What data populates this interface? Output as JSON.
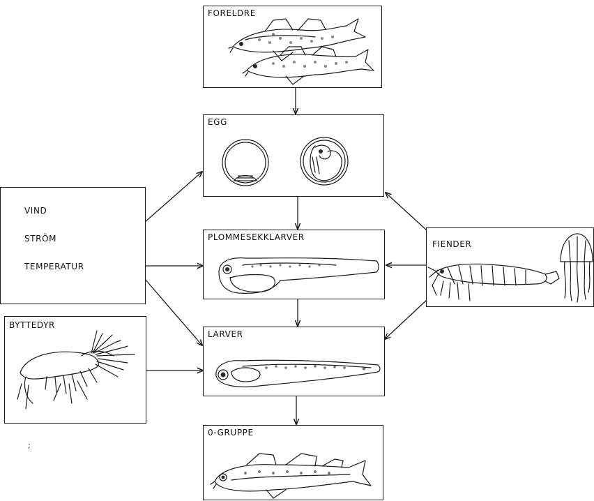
{
  "stages": {
    "parents": {
      "label": "FORELDRE",
      "icon": "cod-pair-illustration"
    },
    "egg": {
      "label": "EGG",
      "icon": "egg-illustration"
    },
    "yolk_sac_larvae": {
      "label": "PLOMMESEKKLARVER",
      "icon": "yolk-sac-larva-illustration"
    },
    "larvae": {
      "label": "LARVER",
      "icon": "larva-illustration"
    },
    "zero_group": {
      "label": "0-GRUPPE",
      "icon": "juvenile-cod-illustration"
    }
  },
  "environment": {
    "factors": [
      "VIND",
      "STRÖM",
      "TEMPERATUR"
    ]
  },
  "prey": {
    "label": "BYTTEDYR",
    "icon": "copepod-illustration"
  },
  "predators": {
    "label": "FIENDER",
    "icons": [
      "krill-illustration",
      "jellyfish-illustration"
    ]
  },
  "stray_mark": ";"
}
